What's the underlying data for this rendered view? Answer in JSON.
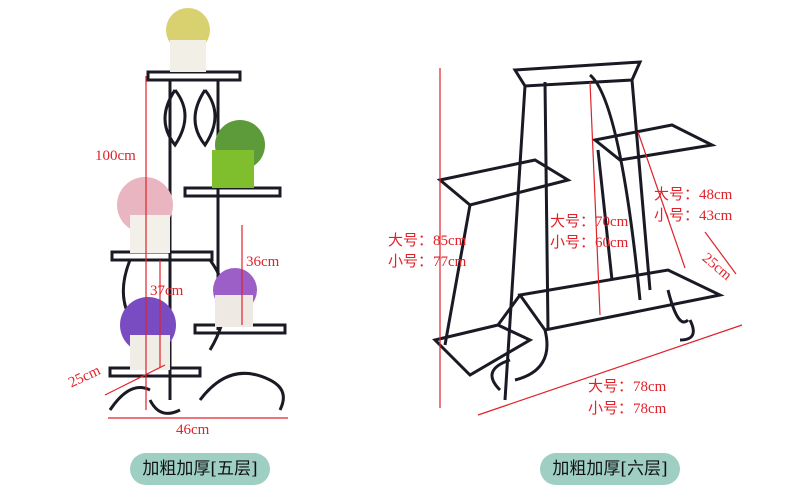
{
  "left_stand": {
    "height": "100cm",
    "tier_gap_upper": "36cm",
    "tier_gap_lower": "37cm",
    "depth": "25cm",
    "width": "46cm",
    "caption": "加粗加厚[五层]"
  },
  "right_stand": {
    "height": {
      "large": "大号：85cm",
      "small": "小号：77cm"
    },
    "middle_height": {
      "large": "大号：70cm",
      "small": "小号：60cm"
    },
    "side_height": {
      "large": "大号：48cm",
      "small": "小号：43cm"
    },
    "depth": "25cm",
    "width": {
      "large": "大号：78cm",
      "small": "小号：78cm"
    },
    "caption": "加粗加厚[六层]"
  },
  "colors": {
    "dimension": "#e0222a",
    "frame": "#1a1a24",
    "caption_bg": "#9fcfc3"
  }
}
